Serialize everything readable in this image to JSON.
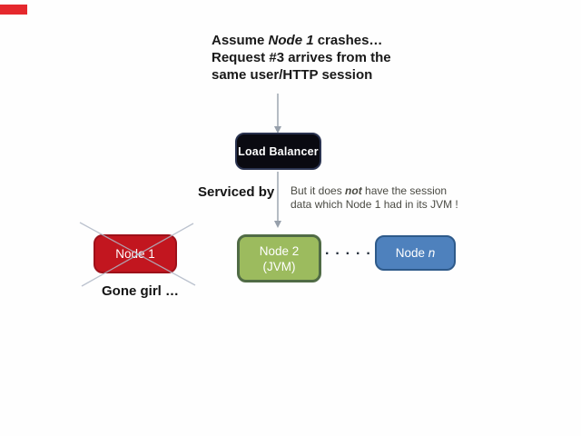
{
  "heading": {
    "line1_pre": "Assume ",
    "line1_italic": "Node 1",
    "line1_post": " crashes…",
    "line2": "Request #3 arrives from the",
    "line3": "same user/HTTP session"
  },
  "load_balancer": {
    "label": "Load Balancer"
  },
  "serviced_by": {
    "label": "Serviced by"
  },
  "annotation": {
    "line1_pre": "But it does ",
    "line1_bold_italic": "not",
    "line1_post": " have the session",
    "line2": "data which Node 1 had in its JVM !"
  },
  "nodes": {
    "node1": {
      "label": "Node 1",
      "caption": "Gone girl …"
    },
    "node2": {
      "label_line1": "Node 2",
      "label_line2": "(JVM)"
    },
    "dots": "·····",
    "node_n": {
      "label_pre": "Node ",
      "label_italic": "n"
    }
  },
  "colors": {
    "top_bar_red": "#e5282d",
    "node1_fill": "#c2161f",
    "node1_border": "#9e1019",
    "node2_fill": "#9cbb5e",
    "node2_border": "#506b45",
    "node_n_fill": "#4e81bd",
    "node_n_border": "#2e5a8a",
    "load_balancer_fill": "#0a0a11",
    "load_balancer_border": "#2a3350",
    "arrow_gray": "#97a0ab"
  }
}
